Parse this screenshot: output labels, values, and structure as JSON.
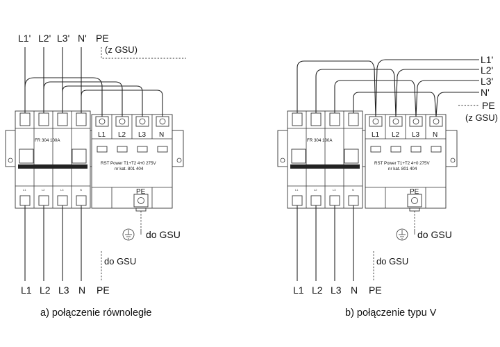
{
  "diagram_a": {
    "top_labels": [
      "L1'",
      "L2'",
      "L3'",
      "N'",
      "PE"
    ],
    "pe_note": "(z GSU)",
    "fr_label": "FR 304 100A",
    "rst_line1": "RST Power T1+T2 4+0 275V",
    "rst_line2": "nr kat. 801 404",
    "spd_terminals": [
      "L1",
      "L2",
      "L3",
      "N"
    ],
    "spd_pe": "PE",
    "bottom_small_labels": [
      "L1",
      "L2",
      "L3",
      "N"
    ],
    "ground_note": "do GSU",
    "pe_bottom_note": "do GSU",
    "bottom_labels": [
      "L1",
      "L2",
      "L3",
      "N",
      "PE"
    ],
    "caption": "a) połączenie równoległe"
  },
  "diagram_b": {
    "right_labels": [
      "L1'",
      "L2'",
      "L3'",
      "N'",
      "PE"
    ],
    "pe_note": "(z GSU)",
    "fr_label": "FR 304 100A",
    "rst_line1": "RST Power T1+T2 4+0 275V",
    "rst_line2": "nr kat. 801 404",
    "spd_terminals": [
      "L1",
      "L2",
      "L3",
      "N"
    ],
    "spd_pe": "PE",
    "bottom_small_labels": [
      "L1",
      "L2",
      "L3",
      "N"
    ],
    "ground_note": "do GSU",
    "pe_bottom_note": "do GSU",
    "bottom_labels": [
      "L1",
      "L2",
      "L3",
      "N",
      "PE"
    ],
    "caption": "b) połączenie typu V"
  }
}
